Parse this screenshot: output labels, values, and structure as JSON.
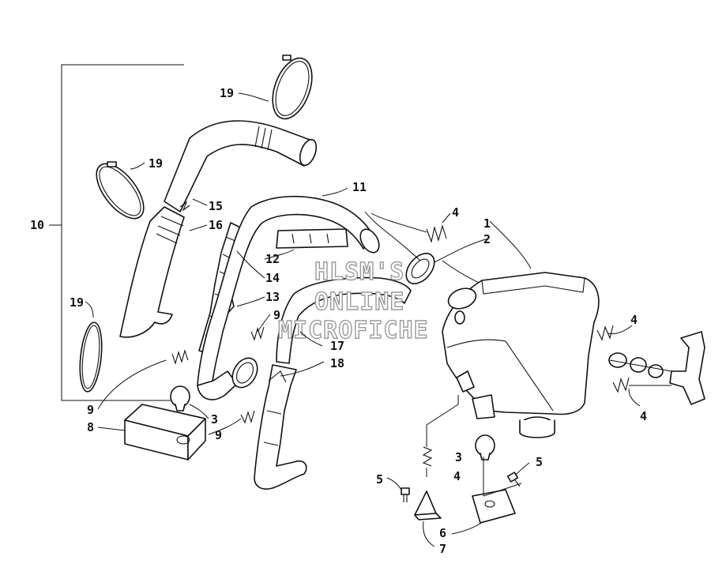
{
  "watermark": {
    "line1": "HLSM'S",
    "line2": "ONLINE",
    "line3": "MICROFICHE"
  },
  "callouts": {
    "c1": "1",
    "c2": "2",
    "c3a": "3",
    "c3b": "3",
    "c4a": "4",
    "c4b": "4",
    "c4c": "4",
    "c4d": "4",
    "c5a": "5",
    "c5b": "5",
    "c6": "6",
    "c7": "7",
    "c8": "8",
    "c9a": "9",
    "c9b": "9",
    "c9c": "9",
    "c10": "10",
    "c11": "11",
    "c12": "12",
    "c13": "13",
    "c14": "14",
    "c15": "15",
    "c16": "16",
    "c17": "17",
    "c18": "18",
    "c19a": "19",
    "c19b": "19",
    "c19c": "19"
  }
}
